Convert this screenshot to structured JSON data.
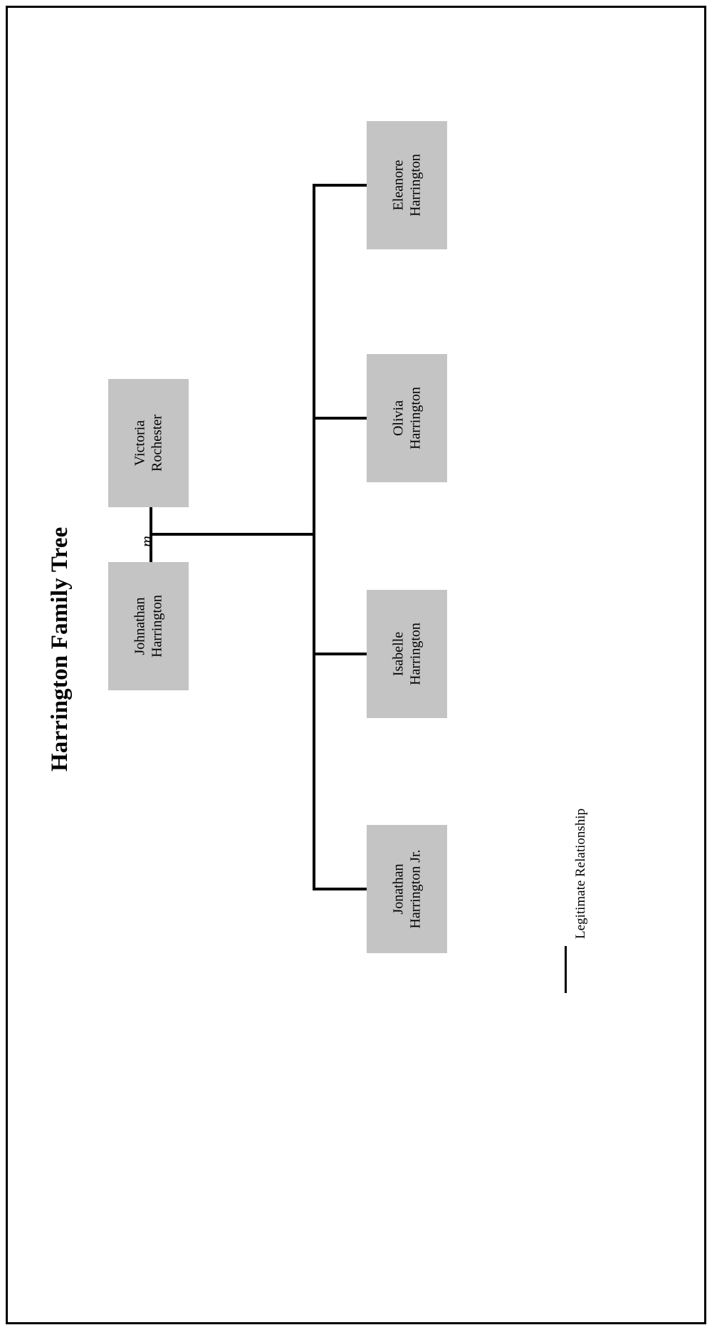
{
  "document": {
    "title": "Harrington Family Tree",
    "orientation": "rotated-90-ccw",
    "background_color": "#ffffff",
    "border_color": "#000000",
    "box_fill_color": "#c4c4c4",
    "line_color": "#000000"
  },
  "tree": {
    "parents": [
      {
        "id": "father",
        "line1": "Johnathan",
        "line2": "Harrington"
      },
      {
        "id": "mother",
        "line1": "Victoria",
        "line2": "Rochester"
      }
    ],
    "marriage_symbol": "m",
    "children": [
      {
        "id": "child1",
        "line1": "Jonathan",
        "line2": "Harrington Jr."
      },
      {
        "id": "child2",
        "line1": "Isabelle",
        "line2": "Harrington"
      },
      {
        "id": "child3",
        "line1": "Olivia",
        "line2": "Harrington"
      },
      {
        "id": "child4",
        "line1": "Eleanore",
        "line2": "Harrington"
      }
    ]
  },
  "legend": {
    "entries": [
      {
        "id": "legitimate",
        "label": "Legitimate Relationship",
        "style": "solid-line"
      }
    ]
  }
}
